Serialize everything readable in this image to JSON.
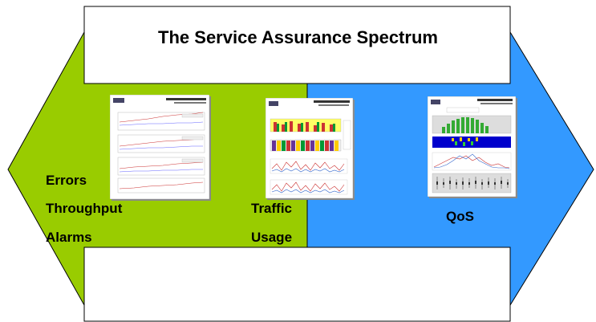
{
  "title": "The Service Assurance Spectrum",
  "left_labels": [
    "Errors",
    "Throughput",
    "Alarms"
  ],
  "middle_labels": [
    "Traffic",
    "Usage"
  ],
  "right_label": "QoS",
  "colors": {
    "left_arrow": "#99cc00",
    "right_arrow": "#3399ff",
    "center_box": "#ffffff",
    "outline": "#000000",
    "text": "#000000"
  },
  "thumbnails": [
    {
      "id": "errors-report",
      "type": "line-chart report"
    },
    {
      "id": "traffic-report",
      "type": "bar-and-line report"
    },
    {
      "id": "qos-report",
      "type": "bar-and-line report"
    }
  ]
}
